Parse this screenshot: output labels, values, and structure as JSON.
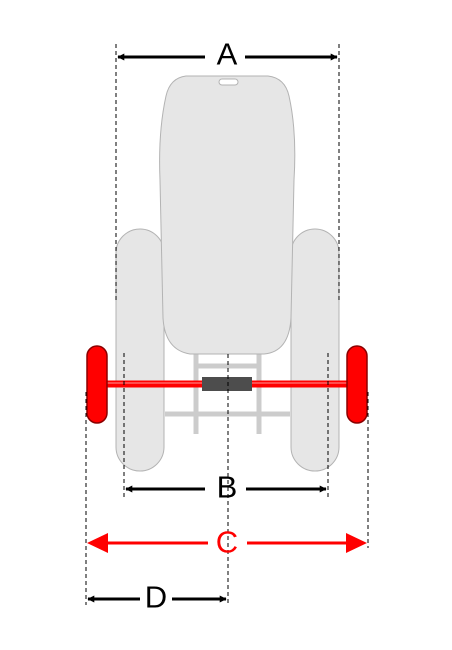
{
  "labels": {
    "a": "A",
    "b": "B",
    "c": "C",
    "d": "D"
  },
  "colors": {
    "background": "#ffffff",
    "body_fill": "#e6e6e6",
    "body_stroke": "#b3b3b3",
    "frame": "#cccccc",
    "axle": "#ff0000",
    "wheel": "#ff0000",
    "wheel_stroke": "#8b0000",
    "hitch": "#4d4d4d",
    "dimension_black": "#000000",
    "dimension_red": "#ff0000"
  }
}
